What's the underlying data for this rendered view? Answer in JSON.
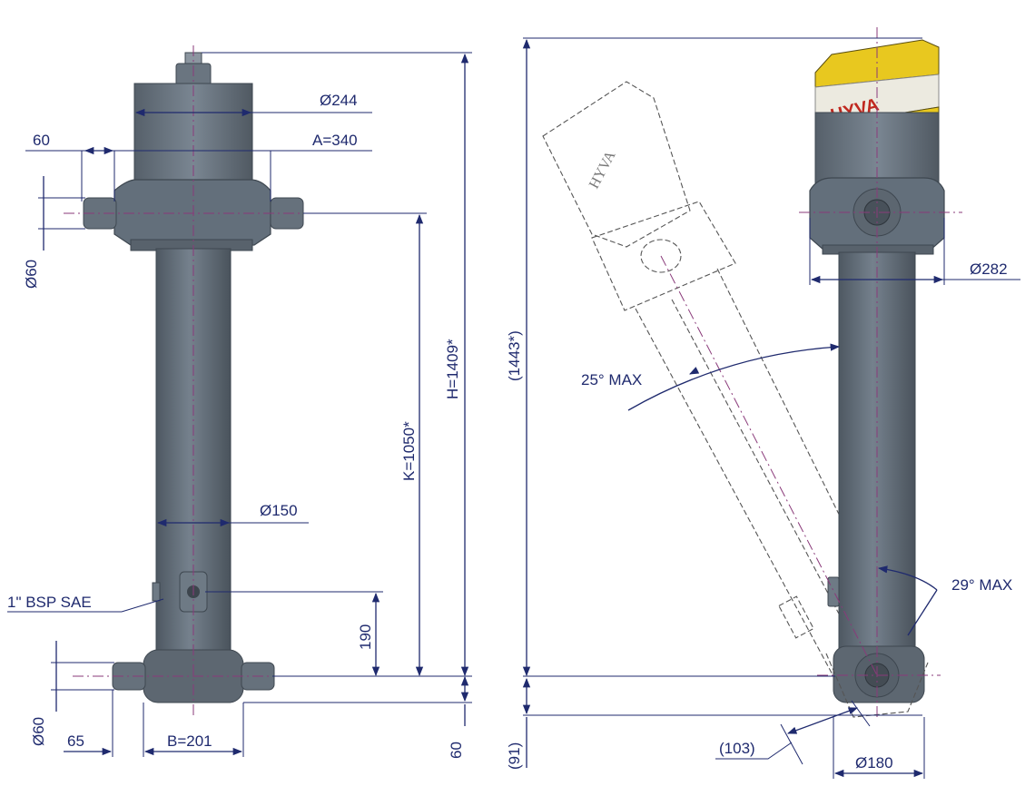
{
  "front_view": {
    "dia_top": "Ø244",
    "dim_60_top": "60",
    "dim_a": "A=340",
    "dia_pin_top": "Ø60",
    "dim_h": "H=1409*",
    "dim_k": "K=1050*",
    "dia_tube": "Ø150",
    "port_label": "1\" BSP SAE",
    "dim_190": "190",
    "dia_pin_bottom": "Ø60",
    "dim_65": "65",
    "dim_b": "B=201",
    "dim_60_bottom": "60"
  },
  "side_view": {
    "dim_total": "(1443*)",
    "dia_mount": "Ø282",
    "angle_top": "25° MAX",
    "angle_bottom": "29° MAX",
    "dim_91": "(91)",
    "dim_103": "(103)",
    "dia_base": "Ø180",
    "brand": "HYVA",
    "brand_ghost": "HYVA"
  },
  "colors": {
    "dimension": "#1f2a6e",
    "body": "#636f7b",
    "cap_yellow": "#e8c81f",
    "centerline": "#8a3a7a"
  }
}
